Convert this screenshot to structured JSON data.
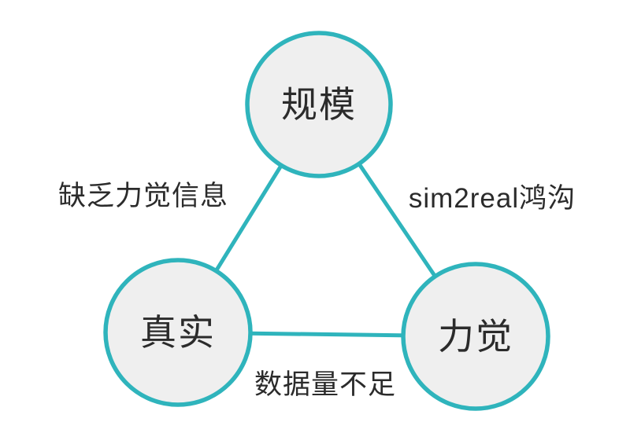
{
  "diagram": {
    "title": "robot-learning-tradeoff-triangle",
    "colors": {
      "stroke": "#2fb4bc",
      "node_fill": "#efefef",
      "text": "#2b2b2b",
      "background": "#ffffff"
    },
    "nodes": {
      "top": {
        "label": "规模"
      },
      "left": {
        "label": "真实"
      },
      "right": {
        "label": "力觉"
      }
    },
    "edges": {
      "left": {
        "label": "缺乏力觉信息"
      },
      "right": {
        "label": "sim2real鸿沟"
      },
      "bottom": {
        "label": "数据量不足"
      }
    }
  }
}
